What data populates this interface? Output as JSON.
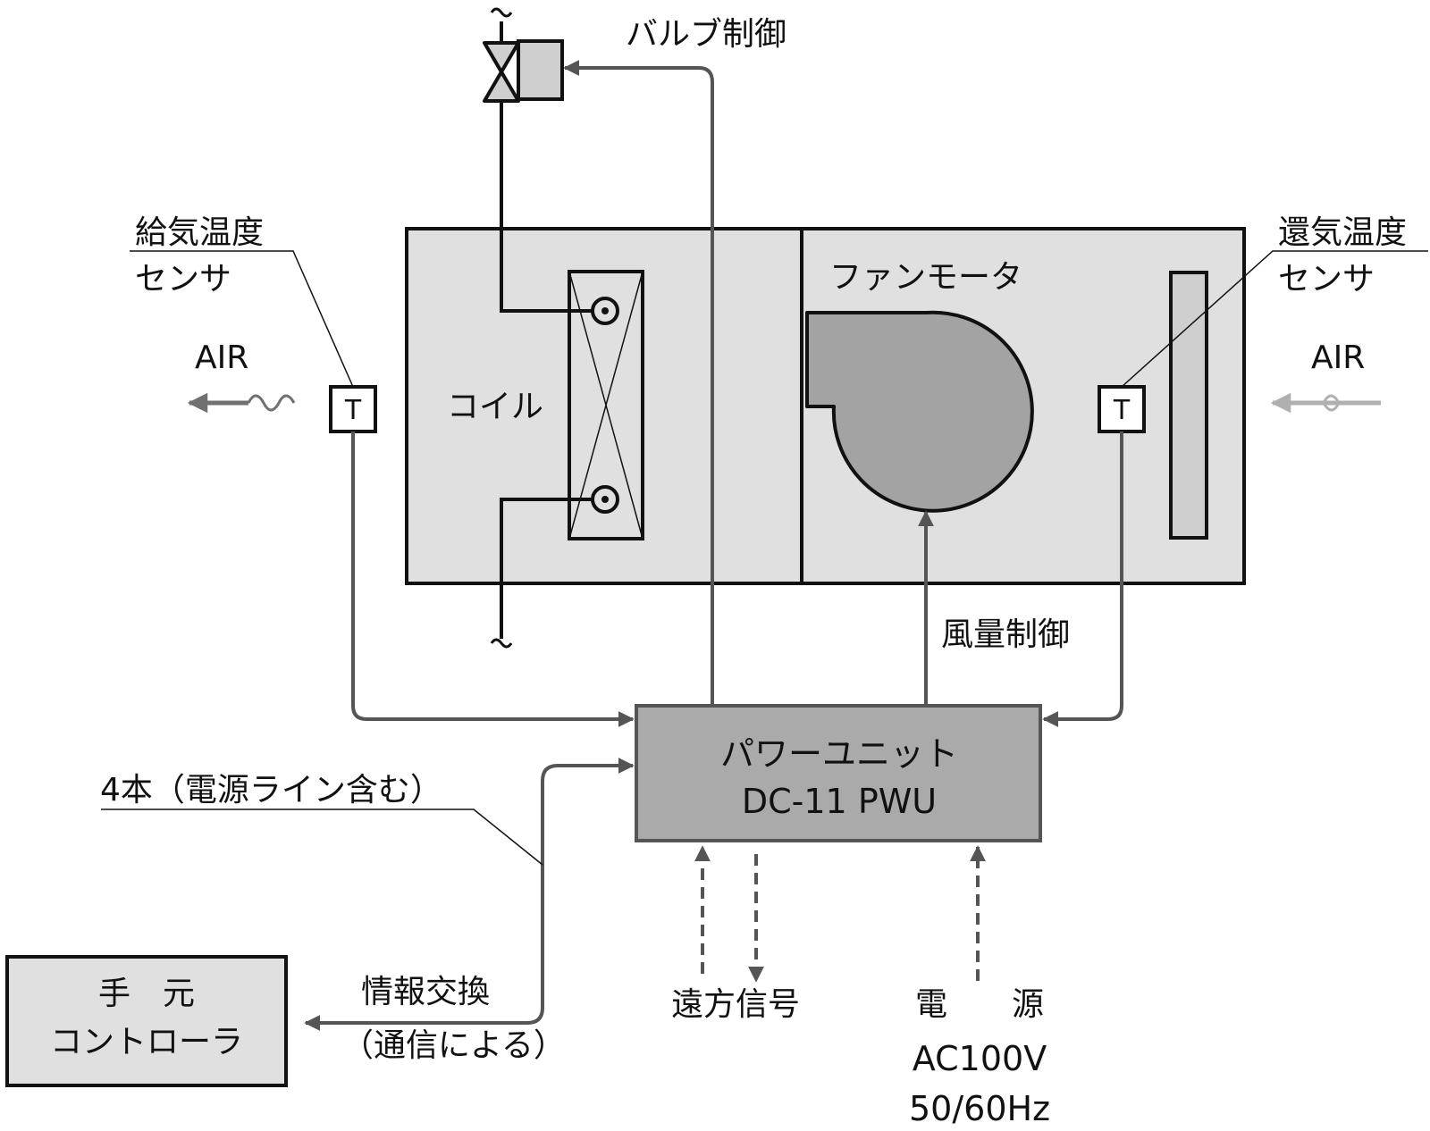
{
  "labels": {
    "valve_control": "バルブ制御",
    "supply_sensor_line1": "給気温度",
    "supply_sensor_line2": "センサ",
    "return_sensor_line1": "還気温度",
    "return_sensor_line2": "センサ",
    "air_out": "AIR",
    "air_in": "AIR",
    "sensor_symbol": "T",
    "coil": "コイル",
    "fan_motor": "ファンモータ",
    "airflow_control": "風量制御",
    "power_unit_line1": "パワーユニット",
    "power_unit_line2": "DC-11 PWU",
    "cable_note": "4本（電源ライン含む）",
    "controller_line1": "手　元",
    "controller_line2": "コントローラ",
    "info_exchange": "情報交換",
    "via_comm": "（通信による）",
    "remote_signal": "遠方信号",
    "power_source": "電　　源",
    "ac_voltage": "AC100V",
    "frequency": "50/60Hz"
  },
  "colors": {
    "line": "#111111",
    "signal_line": "#555555",
    "unit_fill": "#e0e0e0",
    "power_unit_fill": "#aaaaaa",
    "fan_fill": "#a3a3a3",
    "filter_fill": "#cfcfcf",
    "air_in_color": "#b0b0b0",
    "air_out_color": "#707070"
  }
}
